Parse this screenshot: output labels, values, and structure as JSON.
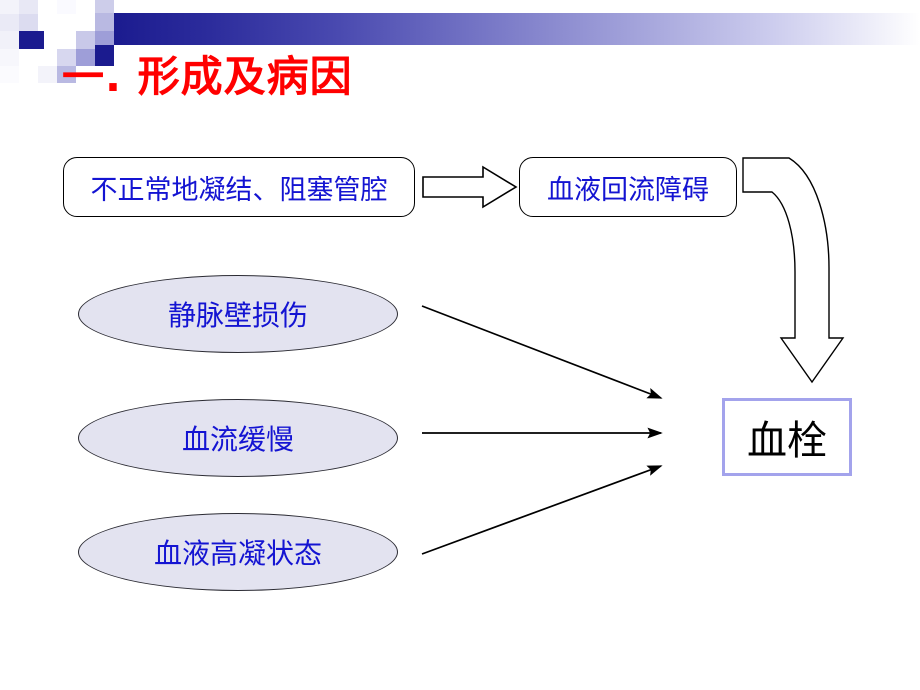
{
  "slide": {
    "title": "一. 形成及病因",
    "title_color": "#ff0000",
    "background": "#ffffff"
  },
  "header": {
    "band_start_color": "#1b1b8f",
    "band_end_color": "#ffffff",
    "mosaic_colors": [
      "#1b1b8f",
      "#2b2b9a",
      "#8f8fd0",
      "#b6b6e2",
      "#d6d6ee",
      "#eaeaf7"
    ]
  },
  "diagram": {
    "boxes": [
      {
        "id": "cause",
        "label": "不正常地凝结、阻塞管腔",
        "text_color": "#1414d2",
        "border_color": "#000000",
        "fill": "#ffffff"
      },
      {
        "id": "effect",
        "label": "血液回流障碍",
        "text_color": "#1414d2",
        "border_color": "#000000",
        "fill": "#ffffff"
      }
    ],
    "result": {
      "id": "result",
      "label": "血栓",
      "text_color": "#000000",
      "border_color": "#a3a3ec",
      "fill": "#ffffff"
    },
    "ellipses": [
      {
        "id": "vein",
        "label": "静脉壁损伤",
        "text_color": "#1414d2",
        "border_color": "#2b2b33",
        "fill": "#e3e3f0"
      },
      {
        "id": "flow",
        "label": "血流缓慢",
        "text_color": "#1414d2",
        "border_color": "#2b2b33",
        "fill": "#e3e3f0"
      },
      {
        "id": "coag",
        "label": "血液高凝状态",
        "text_color": "#1414d2",
        "border_color": "#2b2b33",
        "fill": "#e3e3f0"
      }
    ],
    "connectors": [
      {
        "id": "cause-to-effect",
        "type": "block-arrow",
        "direction": "right",
        "from": "cause",
        "to": "effect"
      },
      {
        "id": "effect-to-result",
        "type": "curved-block-arrow",
        "direction": "down",
        "from": "effect",
        "to": "result"
      },
      {
        "id": "vein-to-result",
        "type": "line-arrow",
        "from": "vein",
        "to": "result"
      },
      {
        "id": "flow-to-result",
        "type": "line-arrow",
        "from": "flow",
        "to": "result"
      },
      {
        "id": "coag-to-result",
        "type": "line-arrow",
        "from": "coag",
        "to": "result"
      }
    ]
  }
}
